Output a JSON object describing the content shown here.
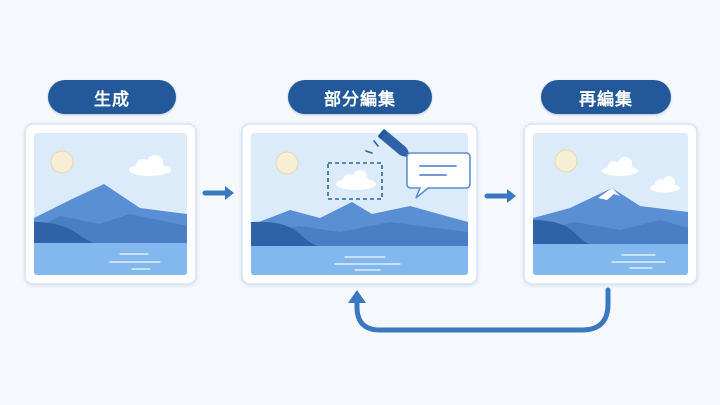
{
  "steps": [
    {
      "label": "生成"
    },
    {
      "label": "部分編集"
    },
    {
      "label": "再編集"
    }
  ],
  "colors": {
    "pill": "#23599b",
    "arrow": "#3a78c2",
    "sky": "#d9ebfb",
    "water": "#7fb6ef",
    "mountain_far": "#4f86cc",
    "mountain_near": "#2f62a6",
    "selection": "#2f62a6"
  },
  "icons": [
    "sun-icon",
    "cloud-icon",
    "mountain-icon",
    "pencil-icon",
    "speech-bubble-icon",
    "snow-cap-icon"
  ]
}
